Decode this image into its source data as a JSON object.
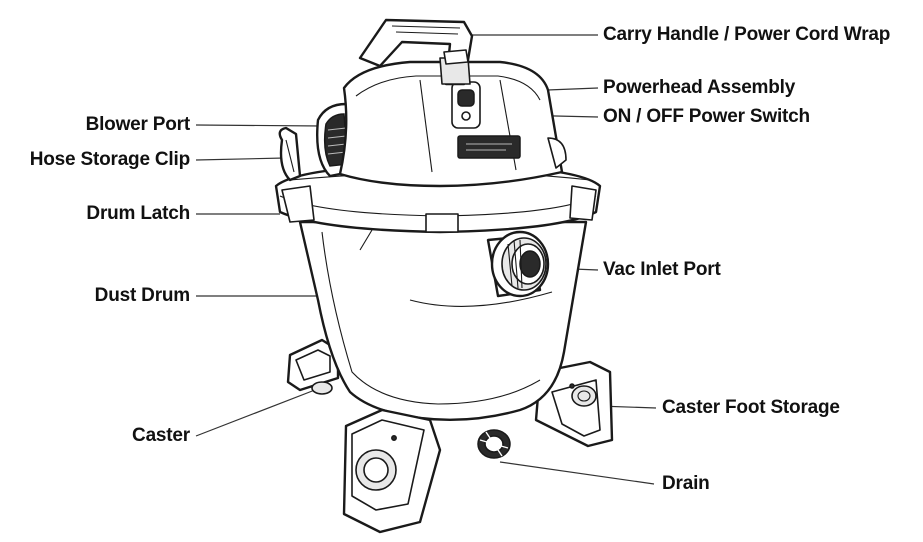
{
  "diagram": {
    "labels": {
      "carry_handle": "Carry Handle / Power Cord Wrap",
      "powerhead": "Powerhead Assembly",
      "power_switch": "ON / OFF Power Switch",
      "blower_port": "Blower Port",
      "hose_clip": "Hose Storage Clip",
      "drum_latch": "Drum Latch",
      "dust_drum": "Dust Drum",
      "vac_inlet": "Vac Inlet Port",
      "caster": "Caster",
      "caster_foot_storage": "Caster Foot Storage",
      "drain": "Drain"
    }
  }
}
